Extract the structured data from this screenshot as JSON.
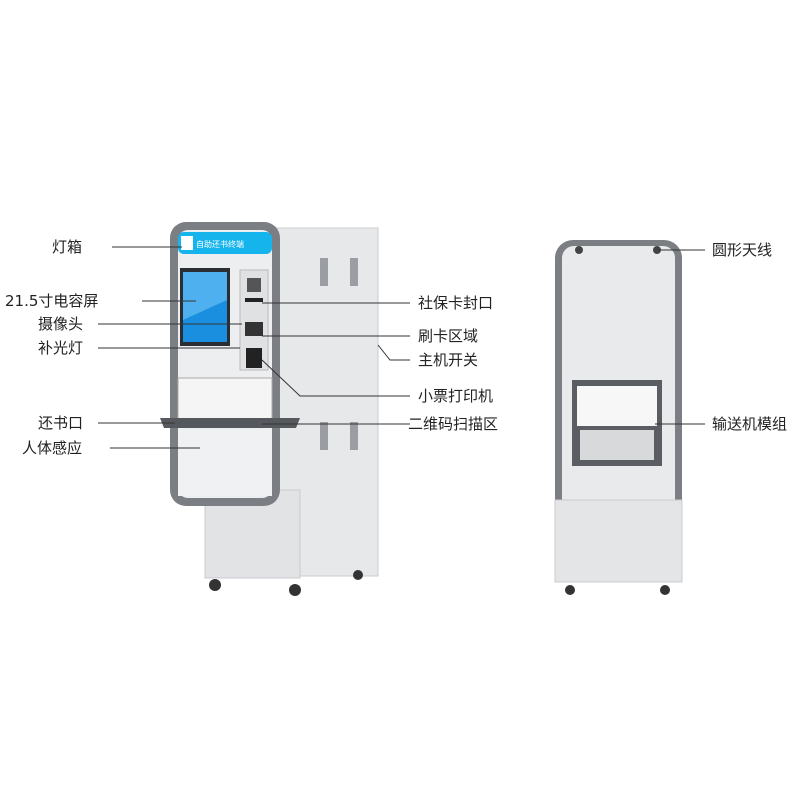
{
  "kiosk_sign": "自助还书终端",
  "left_labels": [
    "灯箱",
    "21.5寸电容屏",
    "摄像头",
    "补光灯",
    "还书口",
    "人体感应"
  ],
  "right_labels": [
    "社保卡封口",
    "刷卡区域",
    "主机开关",
    "小票打印机",
    "二维码扫描区"
  ],
  "back_labels": [
    "圆形天线",
    "输送机模组"
  ],
  "colors": {
    "frame": "#7b7e82",
    "body": "#e9eaec",
    "screen": "#1a8fe0",
    "sign": "#16b4ec"
  }
}
